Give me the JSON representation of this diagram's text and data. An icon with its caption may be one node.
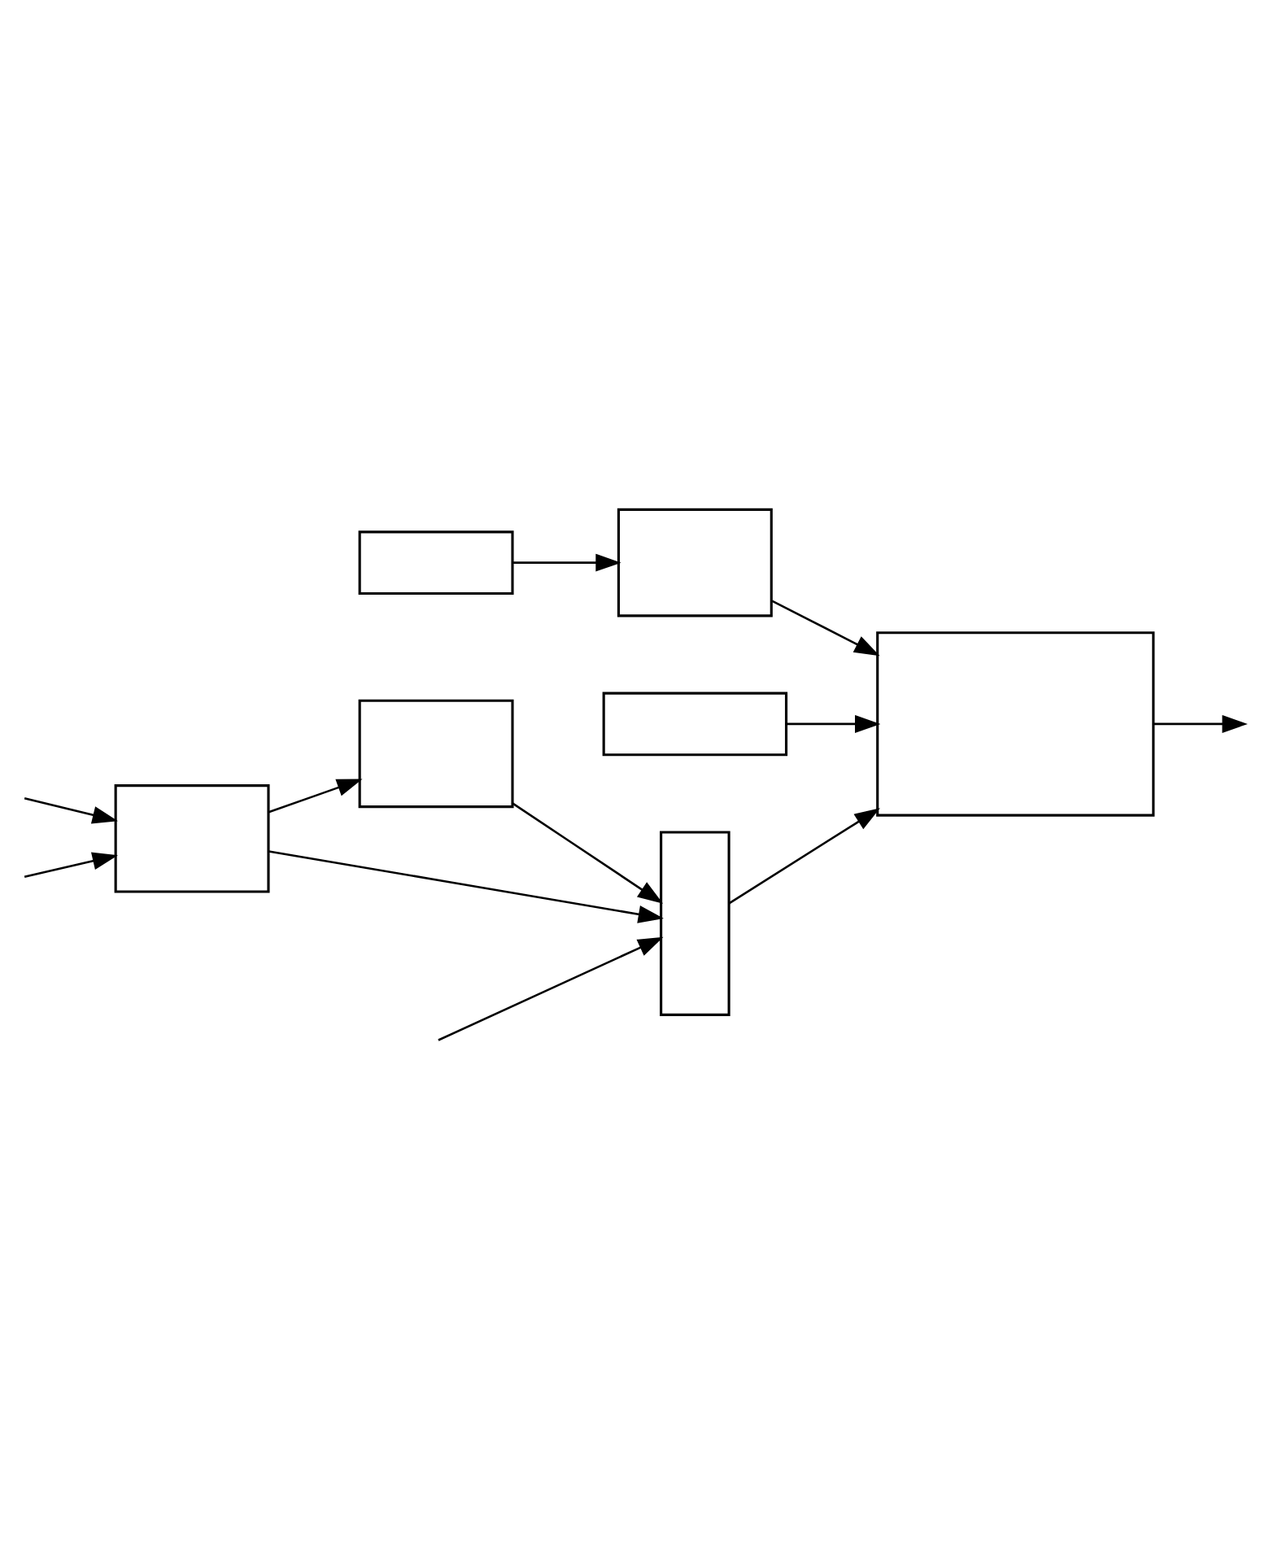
{
  "diagram": {
    "nodes": [
      {
        "text": [],
        "shape": "box"
      },
      {
        "text": [],
        "shape": "box"
      },
      {
        "text": [],
        "shape": "box"
      },
      {
        "text": [],
        "shape": "box"
      },
      {
        "text": [],
        "shape": "box"
      },
      {
        "text": [],
        "shape": "box"
      },
      {
        "text": [],
        "shape": "box"
      }
    ],
    "edges": [
      {
        "from": 0,
        "to": 1,
        "arrow": "to"
      },
      {
        "from": 1,
        "to": 6,
        "arrow": "to"
      },
      {
        "from": 2,
        "to": 6,
        "arrow": "to"
      },
      {
        "from": null,
        "to": 3,
        "arrow": "to"
      },
      {
        "from": null,
        "to": 3,
        "arrow": "to"
      },
      {
        "from": 3,
        "to": 4,
        "arrow": "to"
      },
      {
        "from": 3,
        "to": 5,
        "arrow": "to"
      },
      {
        "from": 4,
        "to": 5,
        "arrow": "to"
      },
      {
        "from": null,
        "to": 5,
        "arrow": "to"
      },
      {
        "from": 5,
        "to": 6,
        "arrow": "to"
      },
      {
        "from": 6,
        "to": null,
        "arrow": "to"
      }
    ]
  }
}
